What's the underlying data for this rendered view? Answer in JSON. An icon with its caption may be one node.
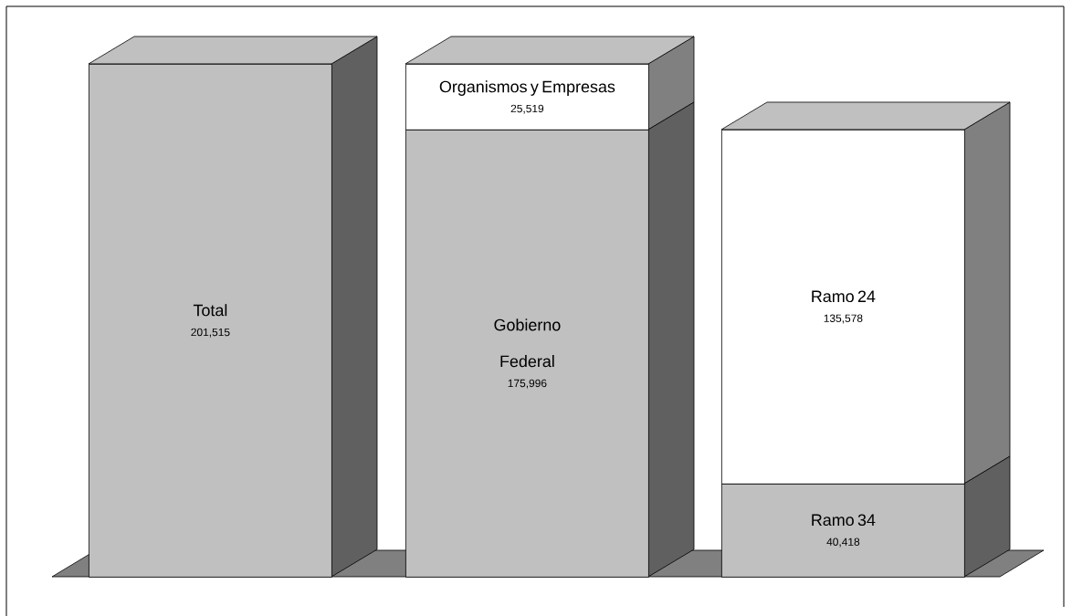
{
  "diagram": {
    "nodes": [
      {
        "text": [
          "Total",
          "201,515"
        ]
      },
      {
        "text": [
          "Organismos y Empresas",
          "25,519"
        ]
      },
      {
        "text": [
          "Gobierno Federal",
          "175,996"
        ]
      },
      {
        "text": [
          "Ramo 24",
          "135,578"
        ]
      },
      {
        "text": [
          "Ramo 34",
          "40,418"
        ]
      }
    ]
  }
}
